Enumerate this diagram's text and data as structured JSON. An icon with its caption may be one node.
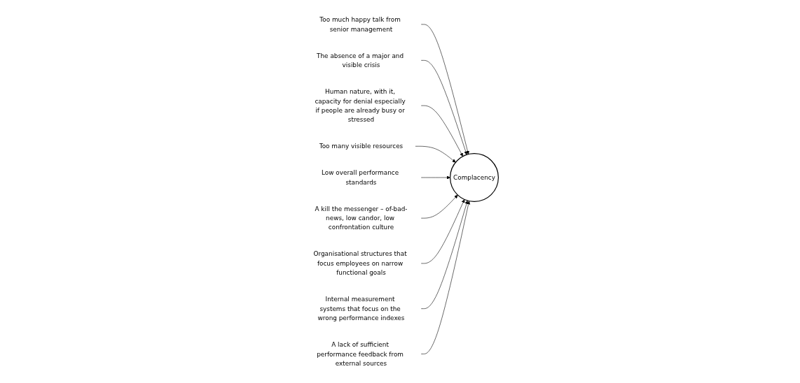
{
  "diagram": {
    "nodes": [
      {
        "text": [
          "Too much happy talk from senior management"
        ]
      },
      {
        "text": [
          "The absence of a major and visible crisis"
        ]
      },
      {
        "text": [
          "Human nature, with it, capacity for denial especially if people are already busy or stressed"
        ]
      },
      {
        "text": [
          "Too many visible resources"
        ]
      },
      {
        "text": [
          "Complacency"
        ]
      },
      {
        "text": [
          "Low overall performance standards"
        ]
      },
      {
        "text": [
          "A kill the messenger – of-bad-news, low candor, low confrontation culture"
        ]
      },
      {
        "text": [
          "Organisational structures that focus employees on narrow functional goals"
        ]
      },
      {
        "text": [
          "Internal measurement systems that focus on the wrong performance indexes"
        ]
      },
      {
        "text": [
          "A lack of sufficient performance feedback from external sources"
        ]
      }
    ],
    "edges": [
      {
        "from": 0,
        "to": 4,
        "arrow": "to"
      },
      {
        "from": 1,
        "to": 4,
        "arrow": "to"
      },
      {
        "from": 2,
        "to": 4,
        "arrow": "to"
      },
      {
        "from": 3,
        "to": 4,
        "arrow": "to"
      },
      {
        "from": 5,
        "to": 4,
        "arrow": "to"
      },
      {
        "from": 6,
        "to": 4,
        "arrow": "to"
      },
      {
        "from": 7,
        "to": 4,
        "arrow": "to"
      },
      {
        "from": 8,
        "to": 4,
        "arrow": "to"
      },
      {
        "from": 9,
        "to": 4,
        "arrow": "to"
      }
    ]
  }
}
